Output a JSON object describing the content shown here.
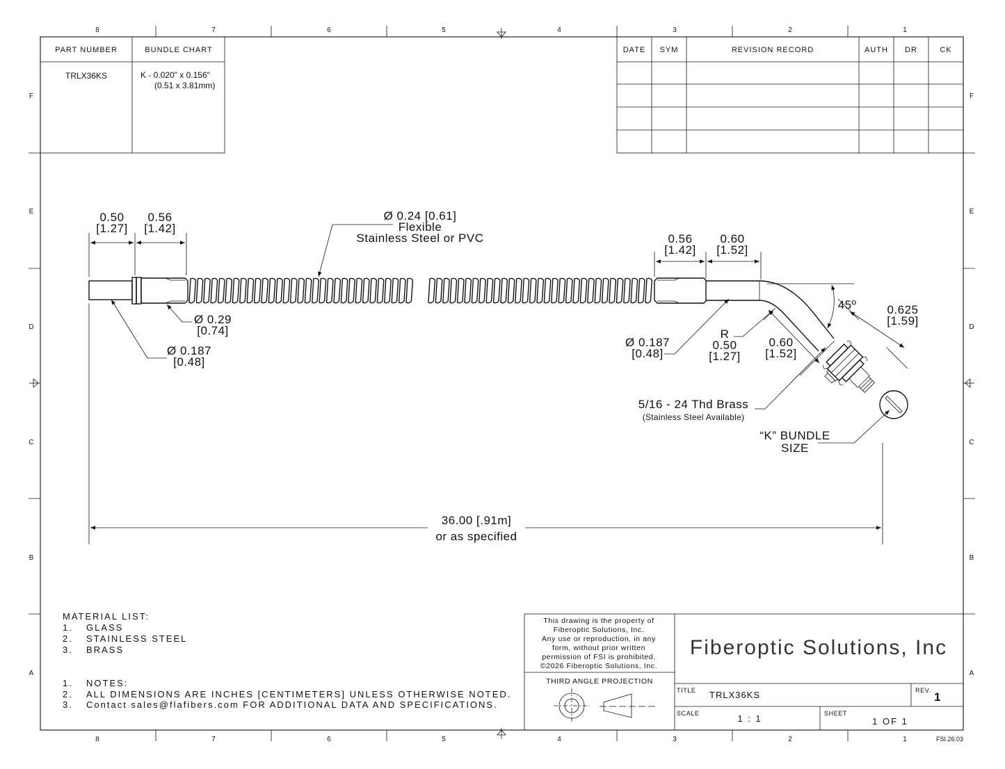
{
  "zones": {
    "columns_top": [
      "8",
      "7",
      "6",
      "5",
      "4",
      "3",
      "2",
      "1"
    ],
    "columns_bottom": [
      "8",
      "7",
      "6",
      "5",
      "4",
      "3",
      "2",
      "1"
    ],
    "rows_left": [
      "F",
      "E",
      "D",
      "C",
      "B",
      "A"
    ],
    "rows_right": [
      "F",
      "E",
      "D",
      "C",
      "B",
      "A"
    ]
  },
  "part_table": {
    "part_number_header": "PART NUMBER",
    "bundle_chart_header": "BUNDLE CHART",
    "part_number": "TRLX36KS",
    "bundle_line1": "K - 0.020\" x 0.156\"",
    "bundle_line2": "(0.51 x 3.81mm)"
  },
  "revision_table": {
    "headers": [
      "DATE",
      "SYM",
      "REVISION RECORD",
      "AUTH",
      "DR",
      "CK"
    ]
  },
  "dimensions": {
    "d1_in": "0.50",
    "d1_cm": "[1.27]",
    "d2_in": "0.56",
    "d2_cm": "[1.42]",
    "tube_line1": "Ø 0.24 [0.61]",
    "tube_line2": "Flexible",
    "tube_line3": "Stainless Steel or PVC",
    "d3_in": "0.56",
    "d3_cm": "[1.42]",
    "d4_in": "0.60",
    "d4_cm": "[1.52]",
    "angle": "45º",
    "d5_in": "0.625",
    "d5_cm": "[1.59]",
    "dia029_in": "Ø 0.29",
    "dia029_cm": "[0.74]",
    "dia0187_in": "Ø 0.187",
    "dia0187_cm": "[0.48]",
    "dia0187b_in": "Ø 0.187",
    "dia0187b_cm": "[0.48]",
    "r_label": "R",
    "r_in": "0.50",
    "r_cm": "[1.27]",
    "d6_in": "0.60",
    "d6_cm": "[1.52]",
    "thread_label": "5/16 - 24 Thd Brass",
    "thread_sub": "(Stainless Steel Available)",
    "bundle_label1": "“K” BUNDLE",
    "bundle_label2": "SIZE",
    "length_line1": "36.00 [.91m]",
    "length_line2": "or as specified"
  },
  "materials": {
    "title": "MATERIAL LIST:",
    "items": [
      {
        "num": "1.",
        "text": "GLASS"
      },
      {
        "num": "2.",
        "text": "STAINLESS STEEL"
      },
      {
        "num": "3.",
        "text": "BRASS"
      }
    ]
  },
  "notes": {
    "items": [
      {
        "num": "1.",
        "text": "NOTES:"
      },
      {
        "num": "2.",
        "text": "ALL DIMENSIONS ARE INCHES [CENTIMETERS] UNLESS OTHERWISE NOTED."
      },
      {
        "num": "3.",
        "text": "Contact sales@flafibers.com FOR ADDITIONAL DATA AND SPECIFICATIONS."
      }
    ]
  },
  "title_block": {
    "property_lines": [
      "This drawing is the property of",
      "Fiberoptic Solutions, Inc.",
      "Any use or reproduction, in any",
      "form, without prior written",
      "permission of FSI is prohibited.",
      "©2026 Fiberoptic Solutions, Inc."
    ],
    "projection": "THIRD ANGLE PROJECTION",
    "company": "Fiberoptic Solutions, Inc",
    "title_label": "TITLE",
    "title_value": "TRLX36KS",
    "rev_label": "REV.",
    "rev_value": "1",
    "scale_label": "SCALE",
    "scale_value": "1 : 1",
    "sheet_label": "SHEET",
    "sheet_value": "1  OF 1",
    "drawing_code": "FSI.26.03"
  }
}
